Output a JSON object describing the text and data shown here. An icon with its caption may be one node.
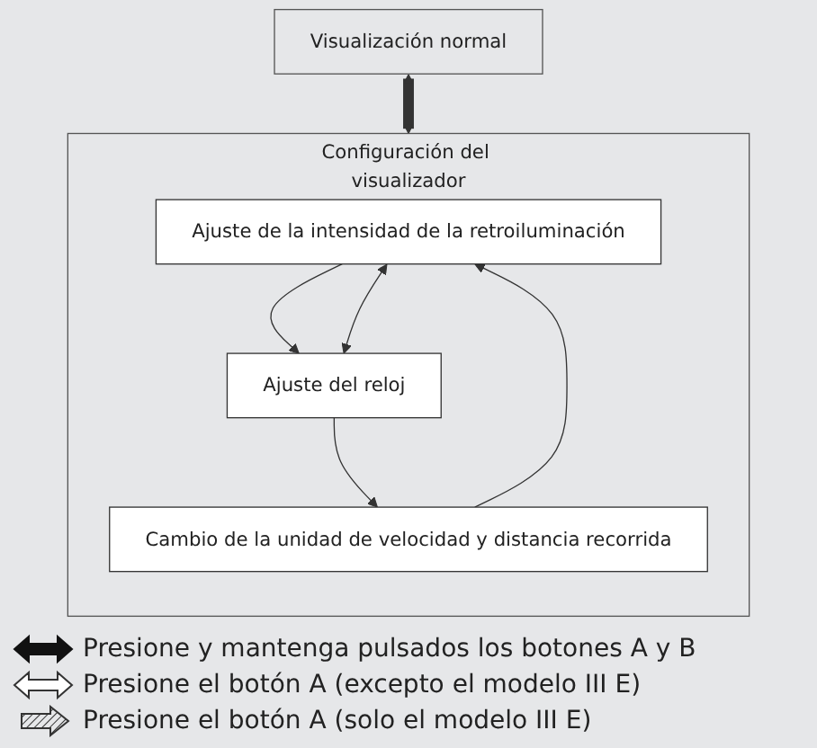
{
  "diagram": {
    "nodes": [
      {
        "text": [
          "Visualización normal"
        ]
      },
      {
        "text": [
          "Configuración del visualizador"
        ]
      },
      {
        "text": [
          "Ajuste de la intensidad de la retroiluminación"
        ],
        "in": 1
      },
      {
        "text": [
          "Ajuste del reloj"
        ],
        "in": 1
      },
      {
        "text": [
          "Cambio de la unidad de velocidad y distancia recorrida"
        ],
        "in": 1
      }
    ],
    "edges": [
      {
        "from": 0,
        "to": 1,
        "arrow": "both",
        "style": "thick"
      },
      {
        "from": 2,
        "to": 3,
        "arrow": "to"
      },
      {
        "from": 2,
        "to": 3,
        "arrow": "both"
      },
      {
        "from": 3,
        "to": 4,
        "arrow": "to"
      },
      {
        "from": 4,
        "to": 2,
        "arrow": "to"
      }
    ],
    "legend": [
      {
        "text": "Presione y mantenga pulsados los botones A y B"
      },
      {
        "text": "Presione el botón A (excepto el modelo III E)"
      },
      {
        "text": "Presione el botón A (solo el modelo III E)"
      }
    ]
  }
}
